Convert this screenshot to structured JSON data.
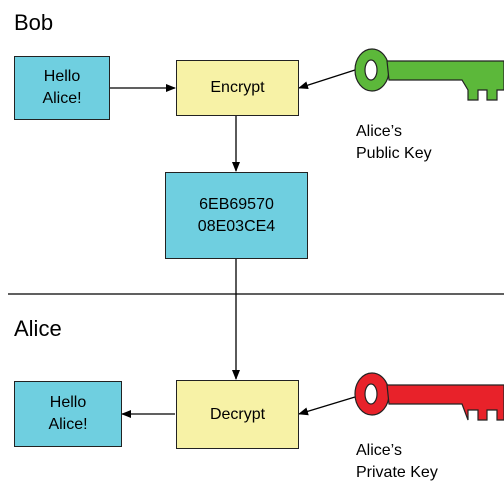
{
  "bob_section": {
    "label": "Bob",
    "message_line1": "Hello",
    "message_line2": "Alice!",
    "encrypt_label": "Encrypt",
    "key_line1": "Alice’s",
    "key_line2": "Public Key",
    "key_color": "#5cb83a"
  },
  "ciphertext": {
    "line1": "6EB69570",
    "line2": "08E03CE4"
  },
  "alice_section": {
    "label": "Alice",
    "message_line1": "Hello",
    "message_line2": "Alice!",
    "decrypt_label": "Decrypt",
    "key_line1": "Alice’s",
    "key_line2": "Private Key",
    "key_color": "#e8222a"
  },
  "colors": {
    "message_box": "#6fcfe0",
    "process_box": "#f7f2a6"
  }
}
